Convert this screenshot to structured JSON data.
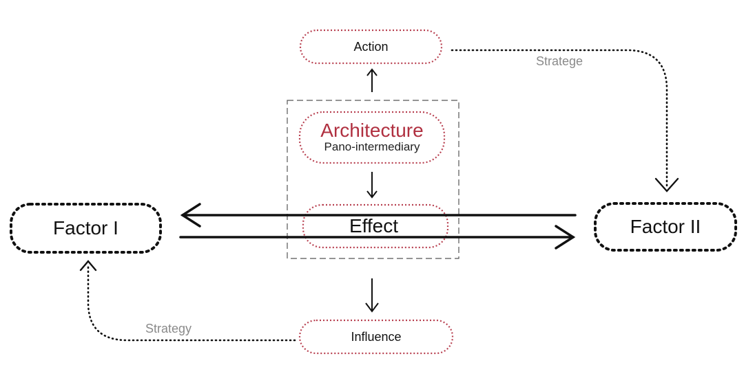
{
  "colors": {
    "accent": "#b03040",
    "node_border_red": "#b84050",
    "node_border_dark": "#111111",
    "text": "#111111",
    "muted_label": "#8a8a8a"
  },
  "nodes": {
    "action": "Action",
    "architecture_title": "Architecture",
    "architecture_subtitle": "Pano-intermediary",
    "effect": "Effect",
    "influence": "Influence",
    "factor_1": "Factor I",
    "factor_2": "Factor II"
  },
  "edge_labels": {
    "strategy_top": "Stratege",
    "strategy_bottom": "Strategy"
  }
}
